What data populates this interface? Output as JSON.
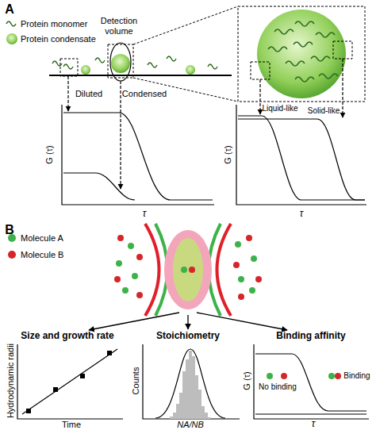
{
  "diagram": {
    "nodes": [
      {
        "text": [
          "G (τ)",
          "τ"
        ]
      },
      {
        "text": [
          "G (τ)",
          "τ"
        ]
      },
      {
        "text": [
          "Size and growth rate",
          "Hydrodynamic radii",
          "Time"
        ]
      },
      {
        "text": [
          "Stoichiometry",
          "Counts",
          "NA/NB"
        ]
      },
      {
        "text": [
          "Binding affinity",
          "G (τ)",
          "τ",
          "No binding",
          "Binding"
        ]
      }
    ],
    "labels": [
      "A",
      "Detection volume",
      "Diluted",
      "Condensed",
      "Liquid-like",
      "Solid-like",
      "B"
    ],
    "legend": [
      {
        "text": "Protein monomer"
      },
      {
        "text": "Protein condensate"
      },
      {
        "text": "Molecule A",
        "color": "#3db24a"
      },
      {
        "text": "Molecule B",
        "color": "#d6262a"
      }
    ]
  }
}
